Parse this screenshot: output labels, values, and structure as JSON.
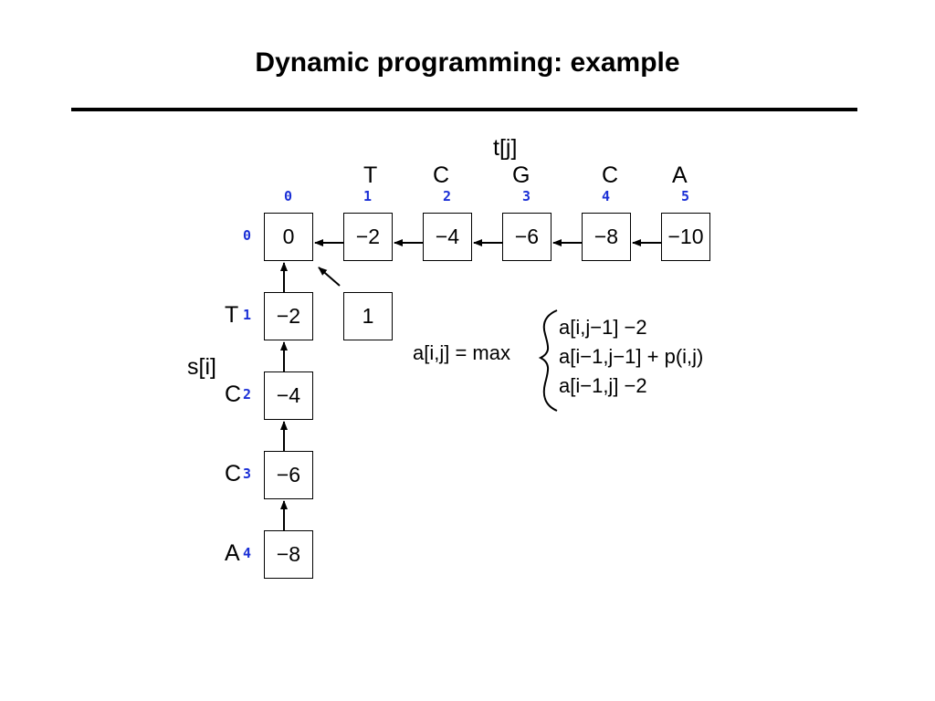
{
  "title": "Dynamic programming: example",
  "t_label": "t[j]",
  "s_label": "s[i]",
  "t_sequence": [
    "T",
    "C",
    "G",
    "C",
    "A"
  ],
  "s_sequence": [
    "T",
    "C",
    "C",
    "A"
  ],
  "col_indices": [
    "0",
    "1",
    "2",
    "3",
    "4",
    "5"
  ],
  "row_indices": [
    "0",
    "1",
    "2",
    "3",
    "4"
  ],
  "top_row_values": [
    "0",
    "−2",
    "−4",
    "−6",
    "−8",
    "−10"
  ],
  "left_col_values": [
    "−2",
    "−4",
    "−6",
    "−8"
  ],
  "computed_cell_value": "1",
  "recurrence": {
    "lhs": "a[i,j] = max",
    "cases": [
      "a[i,j−1] −2",
      "a[i−1,j−1] + p(i,j)",
      "a[i−1,j] −2"
    ]
  },
  "colors": {
    "index": "#1a2fd6",
    "text": "#000000",
    "background": "#ffffff"
  }
}
